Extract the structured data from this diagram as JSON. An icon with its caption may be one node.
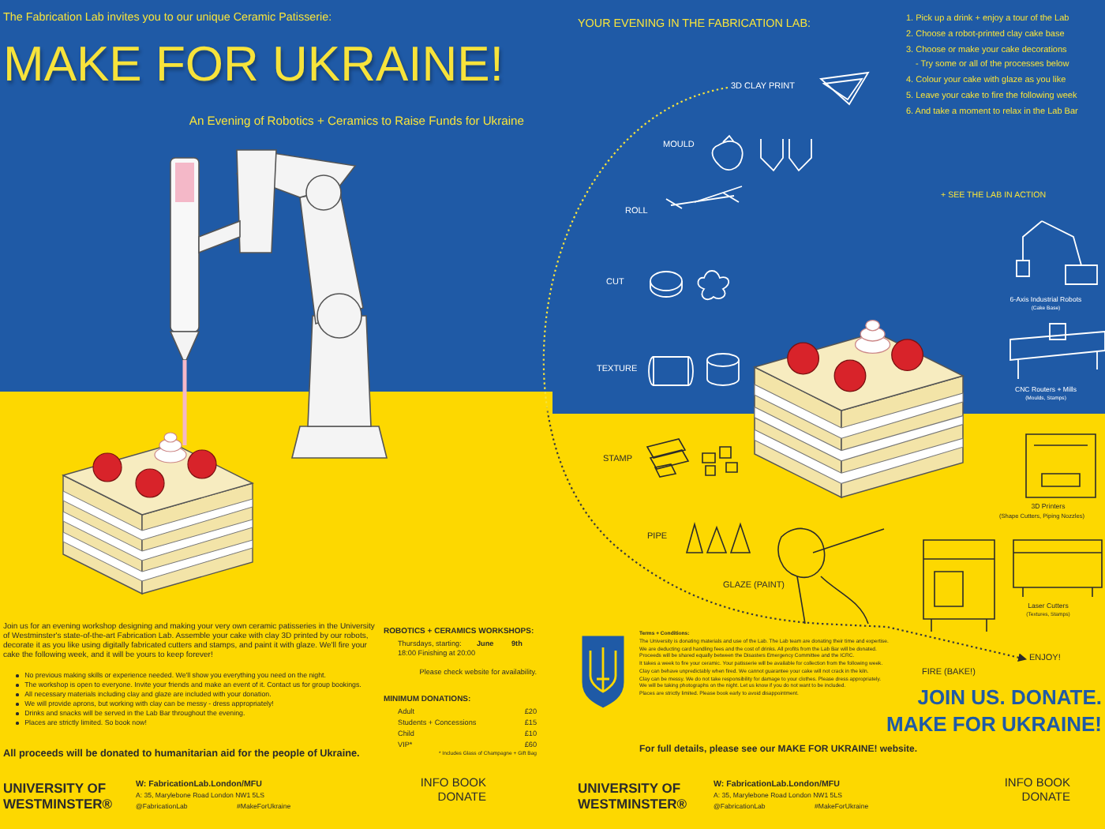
{
  "diagram": {
    "title": "MAKE FOR UKRAINE!",
    "nodes": [
      {
        "text": [
          "3D CLAY PRINT"
        ]
      },
      {
        "text": [
          "ENJOY!"
        ]
      }
    ],
    "edges": [
      {
        "from": 0,
        "to": 1,
        "arrow": "to",
        "style": "dashed"
      }
    ],
    "labels": [
      "The Fabrication Lab invites you to our unique Ceramic Patisserie:",
      "An Evening of Robotics + Ceramics to Raise Funds for Ukraine",
      "Join us for an evening workshop designing and making your very own ceramic patisseries in the University of Westminster's state-of-the-art Fabrication Lab. Assemble your cake with clay 3D printed by our robots, decorate it as you like using digitally fabricated cutters and stamps, and paint it with glaze. We'll fire your cake the following week, and it will be yours to keep forever!",
      "No previous making skills or experience needed. We'll show you everything you need on the night.",
      "The workshop is open to everyone. Invite your friends and make an event of it. Contact us for group bookings.",
      "All necessary materials including clay and glaze are included with your donation.",
      "We will provide aprons, but working with clay can be messy - dress appropriately!",
      "Drinks and snacks will be served in the Lab Bar throughout the evening.",
      "Places are strictly limited. So book now!",
      "ROBOTICS + CERAMICS WORKSHOPS:",
      "Thursdays, starting:",
      "June",
      "9th",
      "18:00 Finishing at 20:00",
      "Please check website for availability.",
      "MINIMUM DONATIONS:",
      "Adult",
      "£20",
      "Students + Concessions",
      "£15",
      "Child",
      "£10",
      "VIP*",
      "£60",
      "* Includes Glass of Champagne + Gift Bag",
      "All proceeds will be donated to humanitarian aid for the people of Ukraine.",
      "UNIVERSITY OF WESTMINSTER®",
      "W: FabricationLab.London/MFU",
      "A: 35, Marylebone Road London NW1 5LS",
      "@FabricationLab",
      "#MakeForUkraine",
      "INFO BOOK DONATE",
      "YOUR EVENING IN THE FABRICATION LAB:",
      "1. Pick up a drink + enjoy a tour of the Lab",
      "2. Choose a robot-printed clay cake base",
      "3. Choose or make your cake decorations",
      "- Try some or all of the processes below",
      "4. Colour your cake with glaze as you like",
      "5. Leave your cake to fire the following week",
      "6. And take a moment to relax in the Lab Bar",
      "+ SEE THE LAB IN ACTION",
      "MOULD",
      "ROLL",
      "CUT",
      "TEXTURE",
      "6-Axis Industrial Robots",
      "(Cake Base)",
      "CNC Routers + Mills",
      "(Moulds, Stamps)",
      "STAMP",
      "3D Printers",
      "(Shape Cutters, Piping Nozzles)",
      "PIPE",
      "Laser Cutters",
      "(Textures, Stamps)",
      "GLAZE (PAINT)",
      "FIRE (BAKE!)",
      "Terms + Conditions:",
      "The University is donating materials and use of the Lab. The Lab team are donating their time and expertise.",
      "We are deducting card handling fees and the cost of drinks. All profits from the Lab Bar will be donated.",
      "Proceeds will be shared equally between the Disasters Emergency Committee and the ICRC.",
      "It takes a week to fire your ceramic. Your patisserie will be available for collection from the following week.",
      "Clay can behave unpredictably when fired. We cannot guarantee your cake will not crack in the kiln.",
      "Clay can be messy. We do not take responsibility for damage to your clothes. Please dress appropriately.",
      "We will be taking photographs on the night. Let us know if you do not want to be included.",
      "Places are strictly limited. Please book early to avoid disappointment.",
      "For full details, please see our MAKE FOR UKRAINE! website.",
      "JOIN US. DONATE.",
      "MAKE FOR UKRAINE!",
      "UNIVERSITY OF WESTMINSTER®",
      "W: FabricationLab.London/MFU",
      "A: 35, Marylebone Road London NW1 5LS",
      "@FabricationLab",
      "#MakeForUkraine",
      "INFO BOOK DONATE"
    ]
  }
}
